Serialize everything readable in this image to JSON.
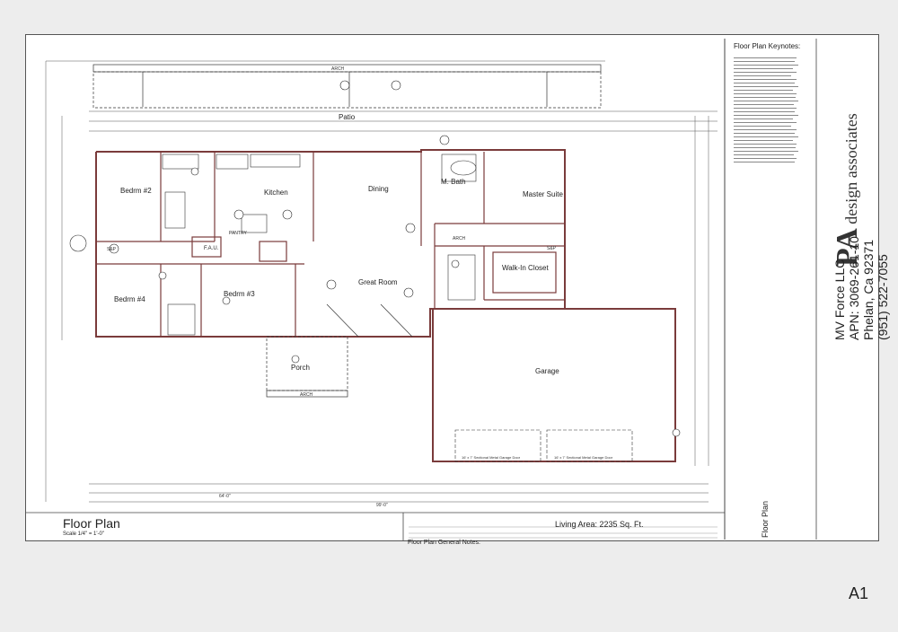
{
  "plan": {
    "title": "Floor Plan",
    "scale": "Scale 1/4\" = 1'-0\"",
    "living_area": "Living Area: 2235 Sq. Ft.",
    "rooms": {
      "patio": "Patio",
      "bedrm2": "Bedrm #2",
      "kitchen": "Kitchen",
      "pantry": "PANTRY",
      "dining": "Dining",
      "m_bath": "M. Bath",
      "master_suite": "Master Suite",
      "bedrm4": "Bedrm #4",
      "bedrm3": "Bedrm #3",
      "great_room": "Great Room",
      "walkin_closet": "Walk-In Closet",
      "garage": "Garage",
      "porch": "Porch",
      "fau": "F.A.U."
    },
    "labels": {
      "arch": "ARCH",
      "ab": "S&P",
      "overall_1": "64'-0\"",
      "overall_2": "99'-0\"",
      "garage_door_1": "16' x 7' Sectional Metal Garage Door",
      "garage_door_2": "16' x 7' Sectional Metal Garage Door"
    }
  },
  "keynotes": {
    "title": "Floor Plan Keynotes:"
  },
  "general_notes": {
    "title": "Floor Plan General Notes:"
  },
  "titleblock": {
    "client_line1": "MV Force LLC",
    "client_line2": "APN: 3069-261-10",
    "client_line3": "Phelan, Ca 92371",
    "client_line4": "(951) 522-7055",
    "firm_initials": "PA",
    "firm_name": "design associates",
    "drawing_title": "Floor Plan",
    "sheet_number": "A1"
  }
}
